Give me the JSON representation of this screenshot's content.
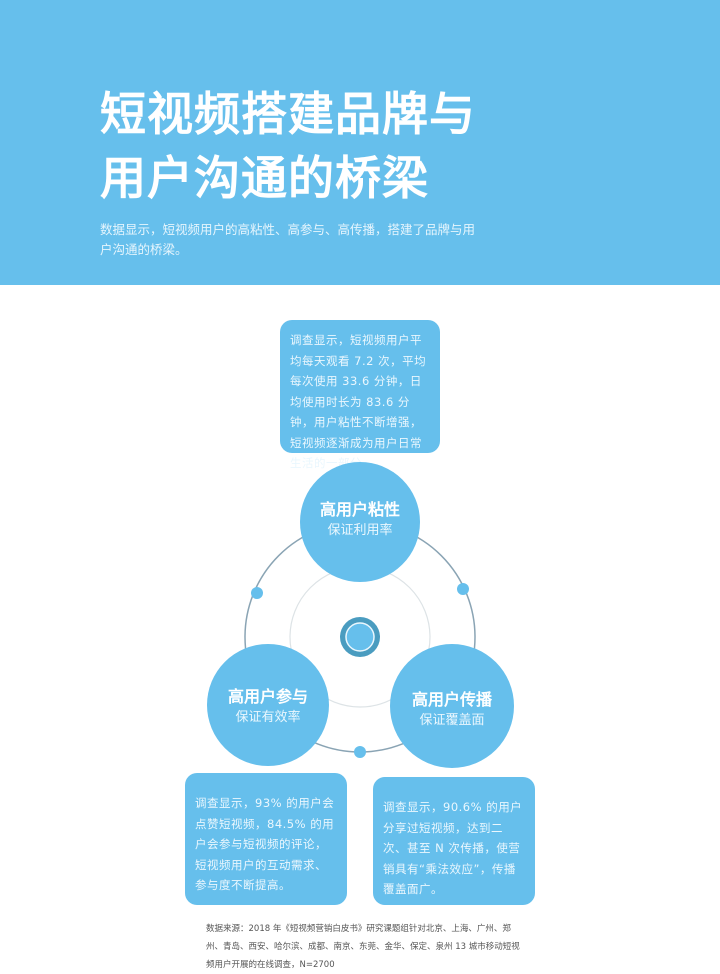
{
  "header": {
    "title_line1": "短视频搭建品牌与",
    "title_line2": "用户沟通的桥梁",
    "subtitle": "数据显示，短视频用户的高粘性、高参与、高传播，搭建了品牌与用户沟通的桥梁。",
    "bg_color": "#66bfec"
  },
  "boxes": {
    "top": "调查显示，短视频用户平均每天观看 7.2 次，平均每次使用 33.6 分钟，日均使用时长为 83.6 分钟，用户粘性不断增强，短视频逐渐成为用户日常生活的一部分。",
    "left": "调查显示，93% 的用户会点赞短视频，84.5% 的用户会参与短视频的评论，短视频用户的互动需求、参与度不断提高。",
    "right": "调查显示，90.6% 的用户分享过短视频，达到二次、甚至 N 次传播，使营销具有“乘法效应”，传播覆盖面广。"
  },
  "circles": {
    "top": {
      "heading": "高用户粘性",
      "sub": "保证利用率"
    },
    "left": {
      "heading": "高用户参与",
      "sub": "保证有效率"
    },
    "right": {
      "heading": "高用户传播",
      "sub": "保证覆盖面"
    }
  },
  "source": "数据来源：2018 年《短视频营销白皮书》研究课题组针对北京、上海、广州、郑州、青岛、西安、哈尔滨、成都、南京、东莞、金华、保定、泉州 13 城市移动短视频用户开展的在线调查，N=2700",
  "colors": {
    "accent": "#66bfec",
    "center": "#4a9cc0",
    "ring": "#8aa4b4"
  }
}
